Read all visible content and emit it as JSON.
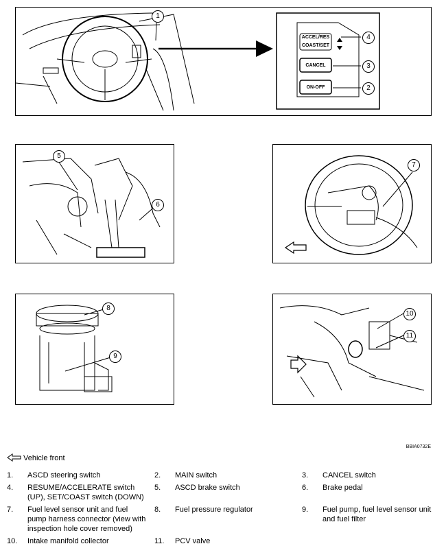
{
  "panels": {
    "cockpit": {
      "callout1": "1",
      "buttons": {
        "accel_res": "ACCEL/RES",
        "coast_set": "COAST/SET",
        "cancel": "CANCEL",
        "on_off": "ON-OFF"
      },
      "callouts": [
        "4",
        "3",
        "2"
      ]
    },
    "brake": {
      "callouts": [
        "5",
        "6"
      ]
    },
    "fuel_top": {
      "callouts": [
        "7"
      ]
    },
    "fuel_pump": {
      "callouts": [
        "8",
        "9"
      ]
    },
    "intake": {
      "callouts": [
        "10",
        "11"
      ]
    }
  },
  "figure_code": "BBIA0732E",
  "legend": {
    "front_label": "Vehicle front",
    "items": [
      {
        "num": "1.",
        "text": "ASCD steering switch"
      },
      {
        "num": "2.",
        "text": "MAIN switch"
      },
      {
        "num": "3.",
        "text": "CANCEL switch"
      },
      {
        "num": "4.",
        "text": "RESUME/ACCELERATE switch (UP), SET/COAST switch (DOWN)"
      },
      {
        "num": "5.",
        "text": "ASCD brake switch"
      },
      {
        "num": "6.",
        "text": "Brake pedal"
      },
      {
        "num": "7.",
        "text": "Fuel level sensor unit and fuel pump harness connector (view with inspection hole cover removed)"
      },
      {
        "num": "8.",
        "text": "Fuel pressure regulator"
      },
      {
        "num": "9.",
        "text": "Fuel pump, fuel level sensor unit and fuel filter"
      },
      {
        "num": "10.",
        "text": "Intake manifold collector"
      },
      {
        "num": "11.",
        "text": "PCV valve"
      }
    ]
  }
}
